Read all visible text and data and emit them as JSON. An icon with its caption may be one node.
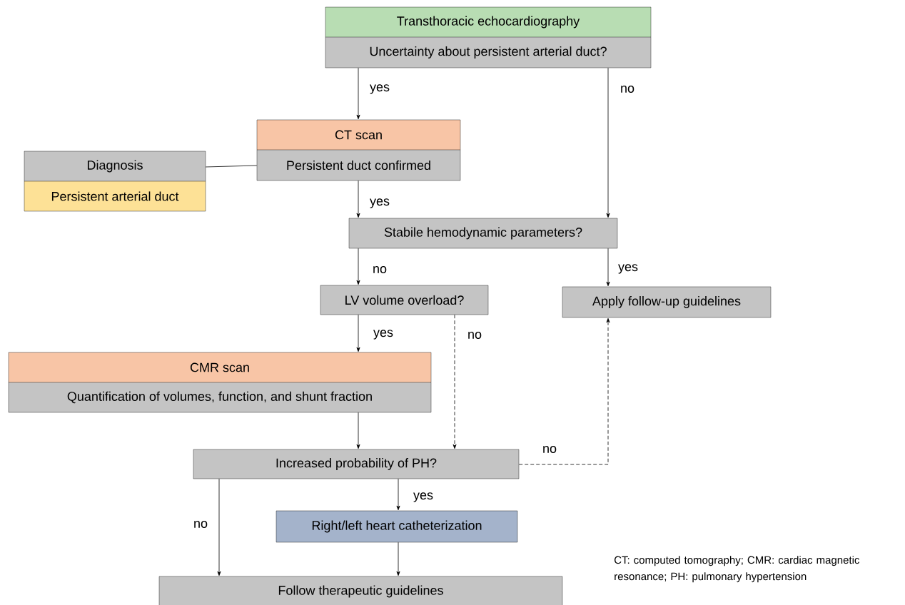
{
  "diagram": {
    "nodes": [
      {
        "text": [
          "Transthoracic echocardiography",
          "Uncertainty about persistent arterial duct?"
        ]
      },
      {
        "text": [
          "CT scan",
          "Persistent duct confirmed"
        ]
      },
      {
        "text": [
          "Diagnosis",
          "Persistent arterial duct"
        ]
      },
      {
        "text": [
          "Stabile hemodynamic parameters?"
        ]
      },
      {
        "text": [
          "LV volume overload?"
        ]
      },
      {
        "text": [
          "Apply follow-up guidelines"
        ]
      },
      {
        "text": [
          "CMR scan",
          "Quantification of volumes, function, and shunt fraction"
        ]
      },
      {
        "text": [
          "Increased probability of PH?"
        ]
      },
      {
        "text": [
          "Right/left heart catheterization"
        ]
      },
      {
        "text": [
          "Follow therapeutic guidelines"
        ]
      }
    ],
    "edges": [
      {
        "from": 0,
        "to": 1,
        "arrow": "to",
        "label": "yes"
      },
      {
        "from": 0,
        "to": 3,
        "arrow": "to",
        "label": "no"
      },
      {
        "from": 1,
        "to": 2,
        "arrow": "none"
      },
      {
        "from": 1,
        "to": 3,
        "arrow": "to",
        "label": "yes"
      },
      {
        "from": 3,
        "to": 4,
        "arrow": "to",
        "label": "no"
      },
      {
        "from": 3,
        "to": 5,
        "arrow": "to",
        "label": "yes"
      },
      {
        "from": 4,
        "to": 6,
        "arrow": "to",
        "label": "yes"
      },
      {
        "from": 4,
        "to": 7,
        "arrow": "to",
        "label": "no",
        "style": "dashed"
      },
      {
        "from": 6,
        "to": 7,
        "arrow": "to"
      },
      {
        "from": 7,
        "to": 5,
        "arrow": "to",
        "label": "no",
        "style": "dashed"
      },
      {
        "from": 7,
        "to": 8,
        "arrow": "to",
        "label": "yes"
      },
      {
        "from": 7,
        "to": 9,
        "arrow": "to",
        "label": "no"
      },
      {
        "from": 8,
        "to": 9,
        "arrow": "to"
      }
    ],
    "labels": [
      "CT: computed tomography; CMR: cardiac magnetic resonance; PH: pulmonary hypertension"
    ]
  }
}
